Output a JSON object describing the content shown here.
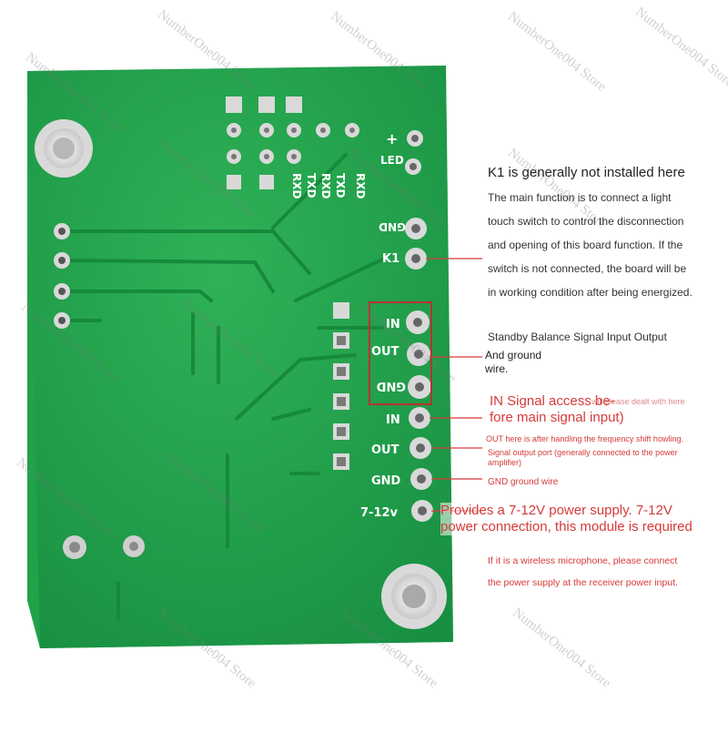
{
  "board": {
    "top_labels": [
      "RXD",
      "TXD",
      "RXD",
      "TXD",
      "RXD"
    ],
    "pin_labels": {
      "plus": "+",
      "led": "LED",
      "gnd_top": "GND",
      "k1": "K1",
      "in_top": "IN",
      "out_top": "OUT",
      "gnd_mid": "GND",
      "in": "IN",
      "out": "OUT",
      "gnd": "GND",
      "power": "7-12v"
    }
  },
  "annotations": {
    "k1_title": "K1 is generally not installed here",
    "k1_desc": [
      "The main function is to connect a light",
      "touch switch to control the disconnection",
      "and opening of this board function. If the",
      "switch is not connected, the board will be",
      "in working condition after being energized."
    ],
    "standby_title": "Standby Balance Signal Input Output",
    "standby_note": [
      "And ground",
      "wire."
    ],
    "in_signal": [
      "IN Signal access be-",
      "fore main signal input)"
    ],
    "in_overlap_small": "will please dealt with here",
    "out_note": "OUT here is after handling the frequency shift howling.",
    "signal_port": [
      "Signal output port (generally connected to the power",
      "amplifier)"
    ],
    "gnd_note": "GND ground wire",
    "power": [
      "Provides a 7-12V power supply. 7-12V",
      "power connection, this module is required"
    ],
    "wireless": [
      "If it is a wireless microphone, please connect",
      "the power supply at the receiver power input."
    ]
  },
  "watermark": "NumberOne004 Store",
  "colors": {
    "pcb": "#1fa24a",
    "pcb_dark": "#178a3c",
    "trace": "#1a8f40",
    "pad": "#d9d9d9",
    "annotation_red": "#d63a3a",
    "frame_red": "#b83232"
  }
}
